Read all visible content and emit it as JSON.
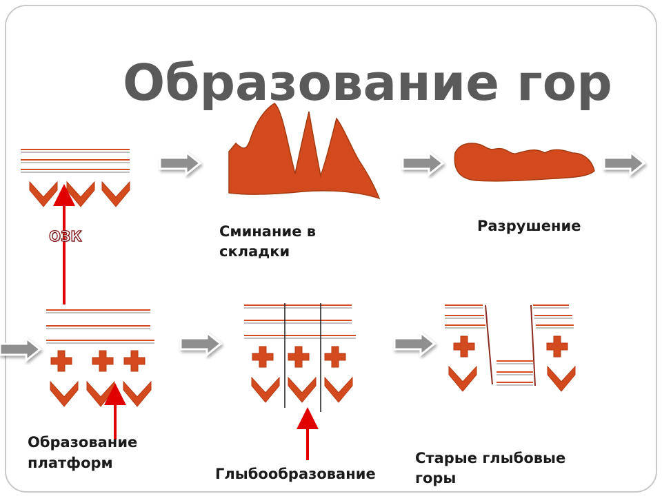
{
  "title": "Образование гор",
  "labels": {
    "ozk": "ОЗК",
    "folding_line1": "Сминание в",
    "folding_line2": "складки",
    "destruction": "Разрушение",
    "platform_line1": "Образование",
    "platform_line2": "платформ",
    "block_formation": "Глыбообразование",
    "old_line1": "Старые глыбовые",
    "old_line2": "горы"
  },
  "colors": {
    "accent": "#d24a1e",
    "arrow_red": "#e00000",
    "stripe_red": "#d24a1e",
    "stripe_gray": "#bfbfbf",
    "process_arrow": "#8f8f8f",
    "frame": "#c8c8c8",
    "title_text": "#5a5a5a"
  },
  "icons": [
    "chevron-down-icon",
    "plus-cross-icon",
    "block-arrow-right-icon",
    "up-arrow-icon"
  ]
}
